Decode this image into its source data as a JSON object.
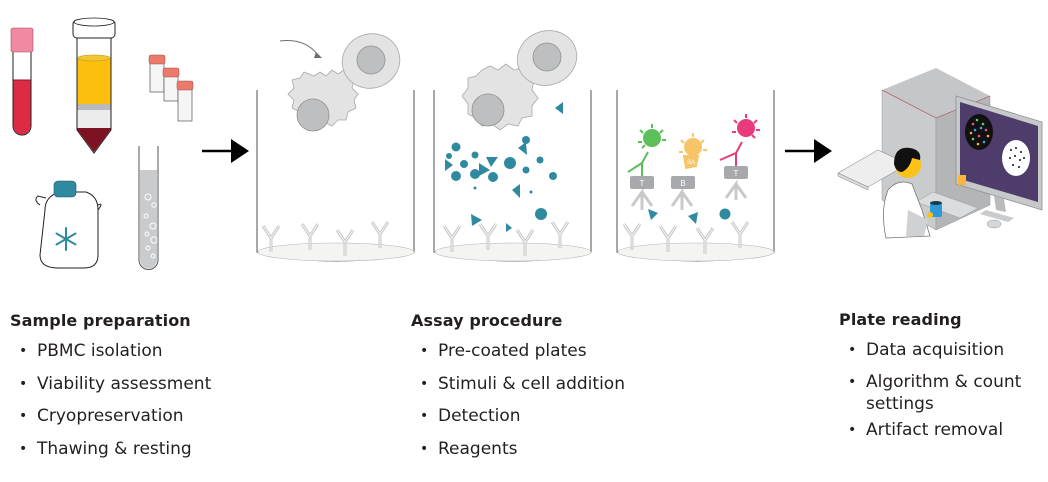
{
  "colors": {
    "blood_red": "#dc2b45",
    "cap_pink": "#f08aa2",
    "plasma_yellow": "#fcbf10",
    "rbc_dark": "#7d1322",
    "vial_cap": "#eb7a6c",
    "teal": "#2f8aa0",
    "cell_gray": "#e3e3e3",
    "nucleus_gray": "#bdbfc0",
    "green_label": "#5cbf5a",
    "yellow_label": "#f8c468",
    "pink_label": "#e83a7c",
    "monitor_purple": "#4e3d6b",
    "text": "#231f20",
    "arrow": "#000000"
  },
  "detection_labels": [
    "T",
    "B",
    "T"
  ],
  "streptavidin_label": "SA",
  "sections": [
    {
      "title": "Sample preparation",
      "items": [
        "PBMC isolation",
        "Viability assessment",
        "Cryopreservation",
        "Thawing & resting"
      ]
    },
    {
      "title": "Assay procedure",
      "items": [
        "Pre-coated plates",
        "Stimuli & cell addition",
        "Detection",
        "Reagents"
      ]
    },
    {
      "title": "Plate reading",
      "items": [
        "Data acquisition",
        "Algorithm & count settings",
        "Artifact removal"
      ]
    }
  ]
}
